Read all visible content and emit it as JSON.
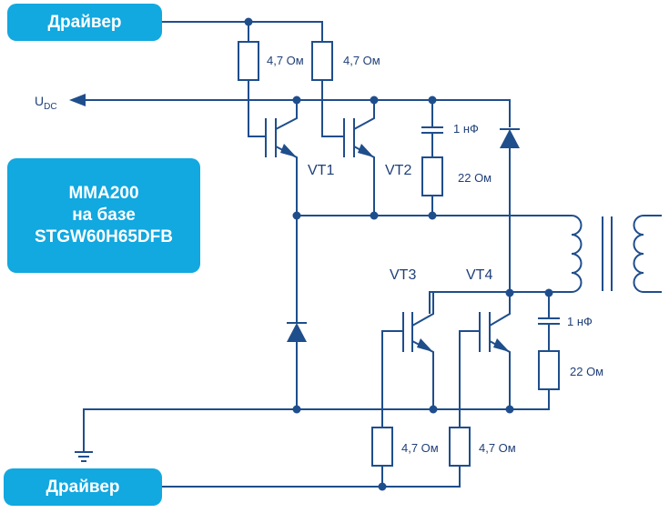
{
  "driver_top": {
    "label": "Драйвер"
  },
  "driver_bottom": {
    "label": "Драйвер"
  },
  "module": {
    "line1": "MMA200",
    "line2": "на базе",
    "line3": "STGW60H65DFB"
  },
  "udc": {
    "main": "U",
    "sub": "DC"
  },
  "transistors": {
    "vt1": "VT1",
    "vt2": "VT2",
    "vt3": "VT3",
    "vt4": "VT4"
  },
  "resistors": {
    "gate_top_1": "4,7 Ом",
    "gate_top_2": "4,7 Ом",
    "gate_bottom_1": "4,7 Ом",
    "gate_bottom_2": "4,7 Ом",
    "snubber_top": "22 Ом",
    "snubber_bottom": "22 Ом"
  },
  "capacitors": {
    "snubber_top": "1 нФ",
    "snubber_bottom": "1 нФ"
  },
  "colors": {
    "accent_box": "#12a8e0",
    "wire": "#1f4e8c"
  }
}
